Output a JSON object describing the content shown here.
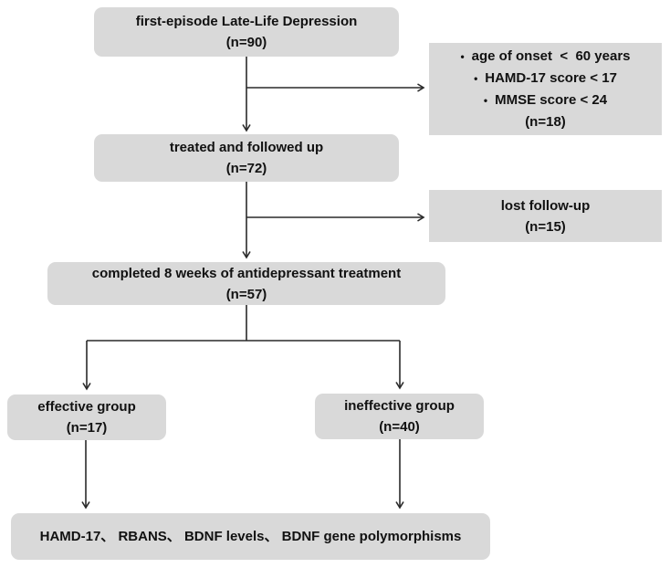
{
  "colors": {
    "box_fill": "#d9d9d9",
    "arrow_line": "#2a2a2a",
    "text": "#111111",
    "background": "#ffffff"
  },
  "flowchart": {
    "nodes": {
      "initial": {
        "line1": "first-episode Late-Life Depression",
        "line2": "(n=90)"
      },
      "exclusion": {
        "bullet_char": "•",
        "bullets": [
          "age of onset  <  60 years",
          "HAMD-17 score < 17",
          "MMSE score < 24"
        ],
        "count": "(n=18)"
      },
      "followed": {
        "line1": "treated and followed up",
        "line2": "(n=72)"
      },
      "lost": {
        "line1": "lost follow-up",
        "line2": "(n=15)"
      },
      "completed": {
        "line1": "completed 8 weeks of antidepressant treatment",
        "line2": "(n=57)"
      },
      "effective": {
        "line1": "effective group",
        "line2": "(n=17)"
      },
      "ineffective": {
        "line1": "ineffective group",
        "line2": "(n=40)"
      },
      "outcomes": {
        "line1": "HAMD-17、 RBANS、 BDNF levels、 BDNF gene polymorphisms"
      }
    }
  }
}
